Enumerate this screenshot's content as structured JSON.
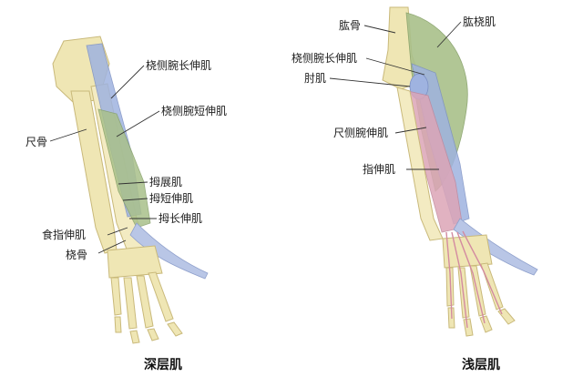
{
  "deep": {
    "caption": "深层肌",
    "labels": {
      "ecrl": "桡侧腕长伸肌",
      "ecrb": "桡侧腕短伸肌",
      "ulna": "尺骨",
      "apl": "拇展肌",
      "epb": "拇短伸肌",
      "epl": "拇长伸肌",
      "ei": "食指伸肌",
      "radius": "桡骨"
    }
  },
  "superficial": {
    "caption": "浅层肌",
    "labels": {
      "humerus": "肱骨",
      "brachioradialis": "肱桡肌",
      "ecrl": "桡侧腕长伸肌",
      "anconeus": "肘肌",
      "ecu": "尺侧腕伸肌",
      "ed": "指伸肌"
    }
  },
  "colors": {
    "bone": "#efe6b4",
    "bone_edge": "#c9b97a",
    "muscle_blue": "#9fb3e0",
    "muscle_green": "#a9c08a",
    "muscle_pink": "#dca5b7",
    "tendon": "#d8d2c0"
  }
}
